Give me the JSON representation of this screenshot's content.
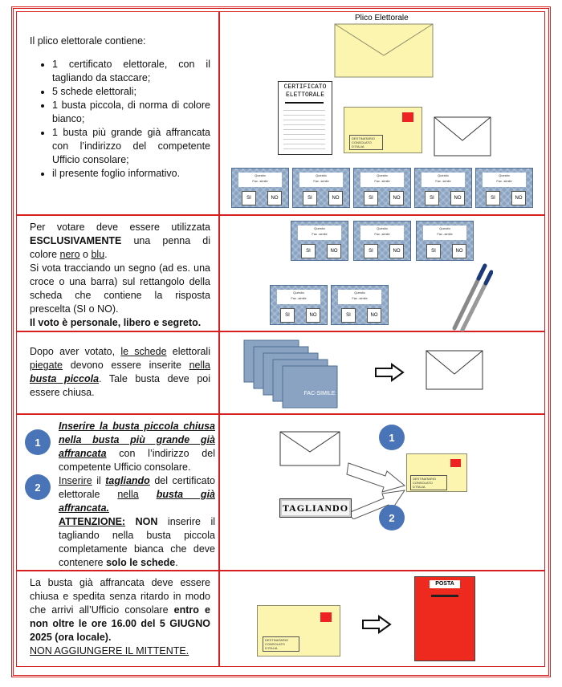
{
  "row1": {
    "intro": "Il plico elettorale contiene:",
    "items": [
      "1 certificato elettorale, con il tagliando da staccare;",
      "5 schede elettorali;",
      "1 busta piccola, di norma di colore bianco;",
      "1 busta più grande già affrancata con l’indirizzo del competente Ufficio consolare;",
      "il presente foglio informativo."
    ],
    "plico_label": "Plico Elettorale",
    "certificato_line1": "CERTIFICATO",
    "certificato_line2": "ELETTORALE",
    "addr_line1": "DESTINATARIO",
    "addr_line2": "CONSOLATO D'ITALIA"
  },
  "ballot": {
    "q1": "Quesito",
    "q2": "Fac -simile",
    "si": "SI",
    "no": "NO"
  },
  "row2": {
    "t1": "Per votare deve essere utilizzata",
    "t2": "ESCLUSIVAMENTE",
    "t3": " una penna di colore ",
    "t4": "nero",
    "t5": " o ",
    "t6": "blu",
    "t7": ".",
    "t8": "Si vota tracciando un segno (ad es. una croce o una barra) sul rettangolo della scheda che contiene la risposta prescelta (SI o NO).",
    "t9": "Il voto è personale, libero e segreto."
  },
  "row3": {
    "t1": "Dopo aver votato, ",
    "t2": "le schede",
    "t3": " elettorali ",
    "t4": "piegate",
    "t5": " devono essere inserite ",
    "t6": "nella",
    "t7": "busta piccola",
    "t8": ". Tale busta deve poi essere chiusa.",
    "stack_text": "FAC-SIMILE"
  },
  "row4": {
    "c1": "1",
    "c2": "2",
    "s1a": "Inserire la busta piccola chiusa nella busta più grande già affrancata",
    "s1b": " con l’indirizzo del competente Ufficio consolare.",
    "s2a": "Inserire",
    "s2b": " il ",
    "s2c": "tagliando",
    "s2d": " del certificato elettorale ",
    "s2e": "nella",
    "s2f": "busta già affrancata.",
    "s3a": "ATTENZIONE:",
    "s3b": " NON",
    "s3c": " inserire il tagliando nella busta piccola completamente bianca che deve contenere ",
    "s3d": "solo le schede",
    "s3e": ".",
    "tagliando": "TAGLIANDO"
  },
  "row5": {
    "t1": "La busta già affrancata deve essere chiusa e spedita senza ritardo in modo che arrivi all’Ufficio consolare ",
    "t2": "entro e non oltre le ore 16.00 del 5 GIUGNO 2025 (ora locale).",
    "t3": "NON AGGIUNGERE IL MITTENTE.",
    "posta": "POSTA"
  },
  "colors": {
    "border": "#d71f1f",
    "circle": "#4a74b8",
    "envelope_yellow": "#fbf5b0",
    "stamp": "#e22222",
    "ballot_blue": "#8aa3c2"
  }
}
